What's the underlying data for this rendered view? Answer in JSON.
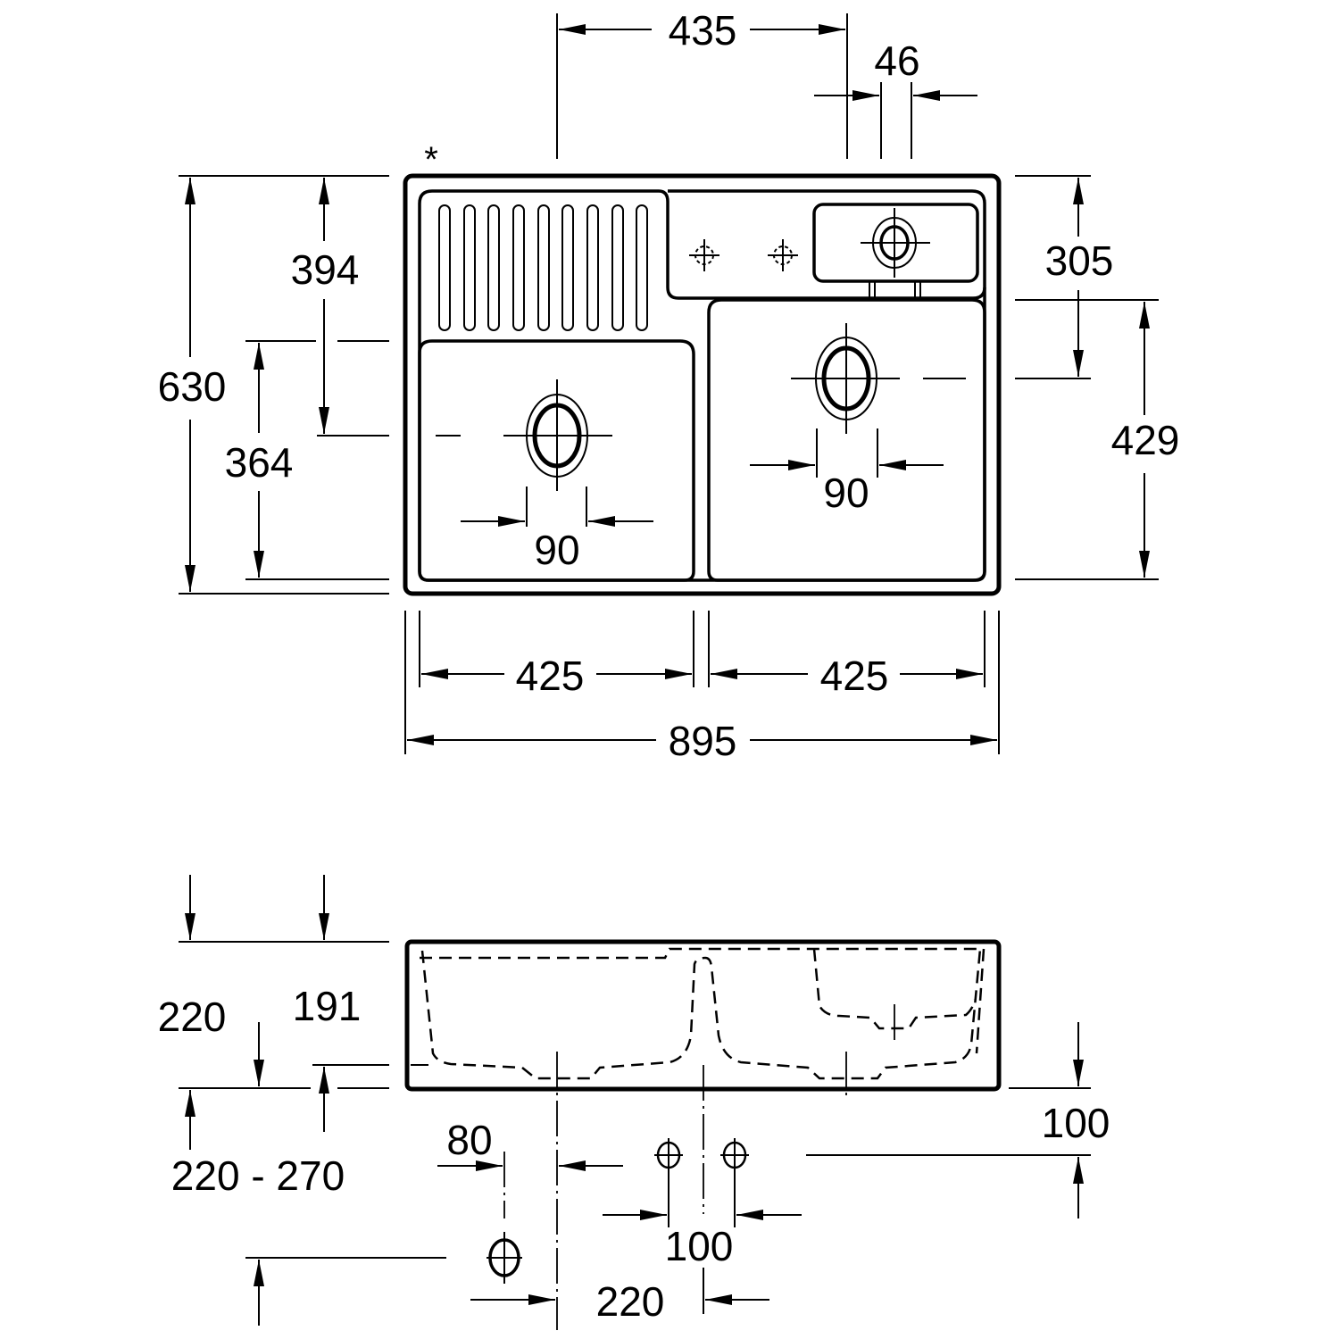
{
  "drawing": {
    "title_mark": "*",
    "top_view": {
      "dimensions": {
        "tap_offset": "435",
        "overflow_width": "46",
        "total_depth": "630",
        "drainer_depth": "394",
        "bowl_depth_left": "364",
        "top_to_right_waste": "305",
        "bowl_depth_right": "429",
        "waste_left": "90",
        "waste_right": "90",
        "bowl_width_left": "425",
        "bowl_width_right": "425",
        "total_width": "895"
      }
    },
    "side_view": {
      "dimensions": {
        "height_total": "220",
        "bowl_depth": "191",
        "cabinet_height": "220 - 270",
        "waste_offset": "80",
        "pipe_spacing": "100",
        "pipe_height": "100",
        "waste_to_center": "220"
      }
    },
    "colors": {
      "line": "#000000",
      "background": "#ffffff"
    }
  }
}
